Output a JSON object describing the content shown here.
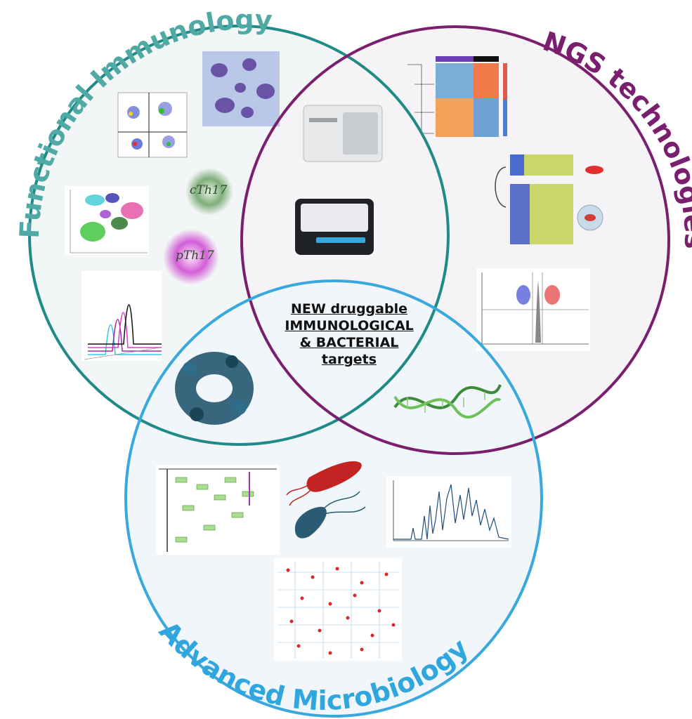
{
  "circles": {
    "functional_immunology": {
      "label": "Functional Immunology",
      "color": "#1f8a86",
      "label_color": "#4fa9a4"
    },
    "ngs_technologies": {
      "label": "NGS technologies",
      "color": "#7a1f6e",
      "label_color": "#7a1f6e"
    },
    "advanced_microbiology": {
      "label": "Advanced Microbiology",
      "color": "#39a8dc",
      "label_color": "#2fa6de"
    }
  },
  "center": {
    "lines": [
      "NEW druggable",
      "IMMUNOLOGICAL",
      "& BACTERIAL",
      "targets"
    ]
  },
  "cells": {
    "cth17": "cTh17",
    "pth17": "pTh17"
  },
  "icons": [
    "flow-cytometry-plot-icon",
    "cell-micrograph-icon",
    "umap-cluster-plot-icon",
    "histogram-overlay-icon",
    "sequencer-instrument-icon",
    "benchtop-sequencer-icon",
    "heatmap-icon",
    "bacteria-host-diagram-icon",
    "volcano-plot-icon",
    "protein-structure-icon",
    "dna-helix-icon",
    "metabolic-pathway-icon",
    "bacteria-icon",
    "mass-spectrum-icon",
    "metabolic-network-map-icon"
  ]
}
